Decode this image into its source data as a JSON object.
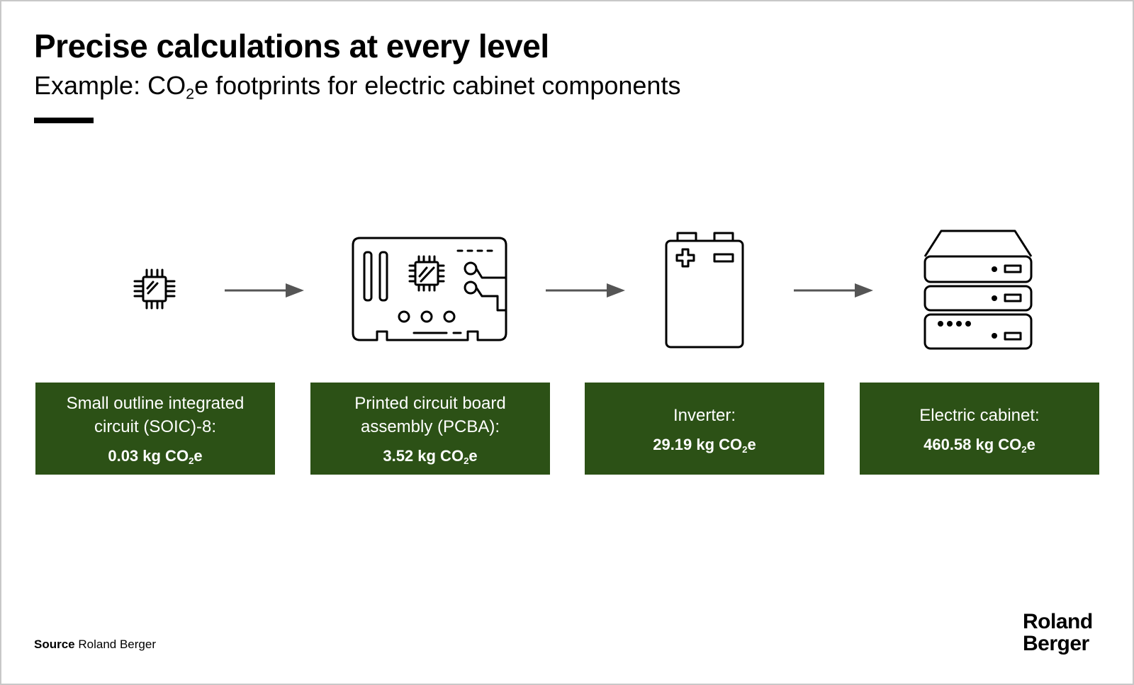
{
  "header": {
    "title": "Precise calculations at every level",
    "subtitle_prefix": "Example: CO",
    "subtitle_sub": "2",
    "subtitle_suffix": "e footprints for electric cabinet components"
  },
  "steps": [
    {
      "icon": "chip-icon",
      "label": "Small outline integrated circuit (SOIC)-8:",
      "value_prefix": "0.03 kg CO",
      "value_sub": "2",
      "value_suffix": "e"
    },
    {
      "icon": "circuit-board-icon",
      "label": "Printed circuit board assembly (PCBA):",
      "value_prefix": "3.52 kg CO",
      "value_sub": "2",
      "value_suffix": "e"
    },
    {
      "icon": "battery-icon",
      "label": "Inverter:",
      "value_prefix": "29.19 kg CO",
      "value_sub": "2",
      "value_suffix": "e"
    },
    {
      "icon": "server-stack-icon",
      "label": "Electric cabinet:",
      "value_prefix": "460.58 kg CO",
      "value_sub": "2",
      "value_suffix": "e"
    }
  ],
  "footer": {
    "source_key": "Source",
    "source_value": "Roland Berger",
    "logo_line1": "Roland",
    "logo_line2": "Berger"
  },
  "colors": {
    "box_fill": "#2c5116",
    "box_text": "#ffffff",
    "arrow": "#555555",
    "frame_border": "#c8c8c8"
  }
}
